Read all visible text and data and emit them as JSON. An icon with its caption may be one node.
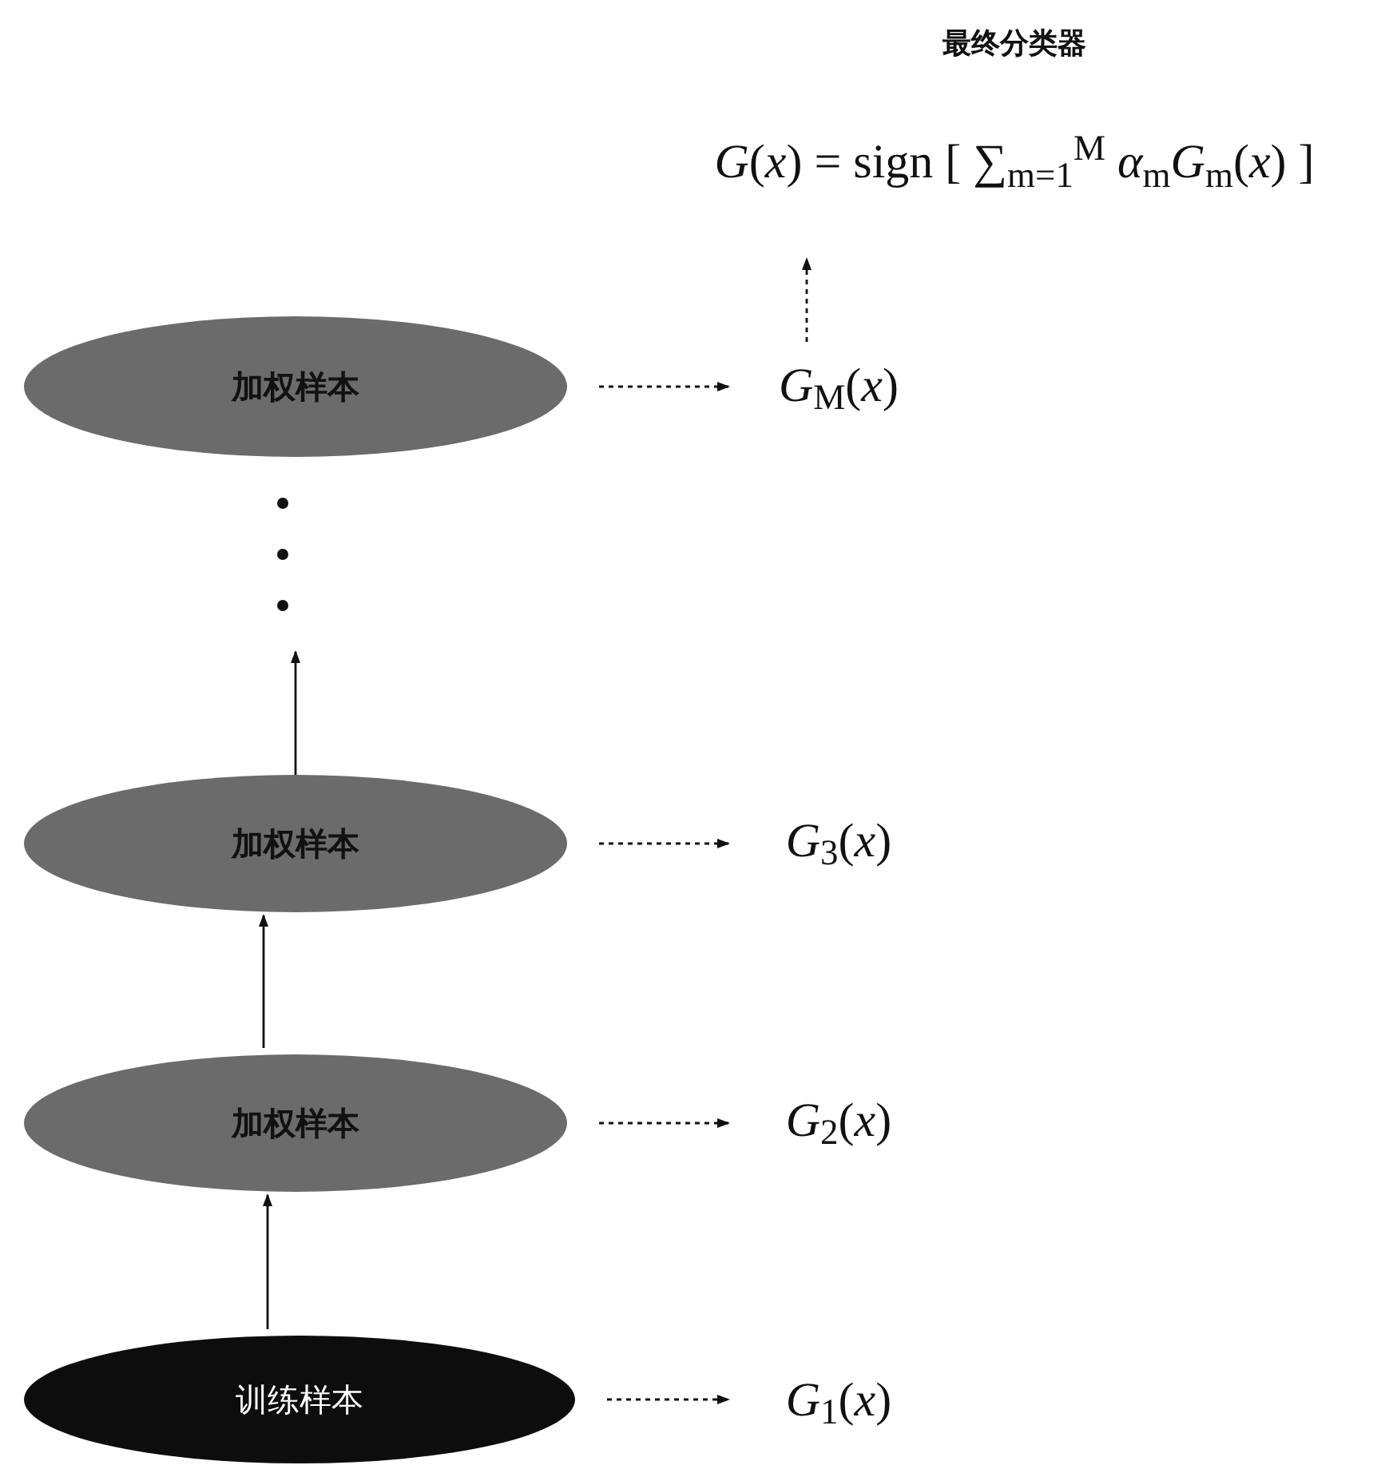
{
  "diagram": {
    "nodes": [
      {
        "text": [
          "加权样本"
        ]
      },
      {
        "text": [
          "*G*$_{M}$(*x*)"
        ]
      },
      {
        "text": [
          "最终分类器",
          "*G*(*x*) = sign [ ∑$_{m=1}$$^{M}$ *α*$_{m}$*G*$_{m}$(*x*) ]"
        ]
      },
      {
        "text": [
          "加权样本"
        ]
      },
      {
        "text": [
          "*G*$_{3}$(*x*)"
        ]
      },
      {
        "text": [
          "加权样本"
        ]
      },
      {
        "text": [
          "*G*$_{2}$(*x*)"
        ]
      },
      {
        "text": [
          "训练样本"
        ]
      },
      {
        "text": [
          "*G*$_{1}$(*x*)"
        ]
      }
    ],
    "edges": [
      {
        "from": 7,
        "to": 5,
        "arrow": "to"
      },
      {
        "from": 5,
        "to": 3,
        "arrow": "to"
      },
      {
        "from": 3,
        "to": null,
        "arrow": "to"
      },
      {
        "from": 0,
        "to": 1,
        "arrow": "to",
        "style": "dashed"
      },
      {
        "from": 3,
        "to": 4,
        "arrow": "to",
        "style": "dashed"
      },
      {
        "from": 5,
        "to": 6,
        "arrow": "to",
        "style": "dashed"
      },
      {
        "from": 7,
        "to": 8,
        "arrow": "to",
        "style": "dashed"
      },
      {
        "from": 1,
        "to": 2,
        "arrow": "to",
        "style": "dashed"
      }
    ]
  }
}
